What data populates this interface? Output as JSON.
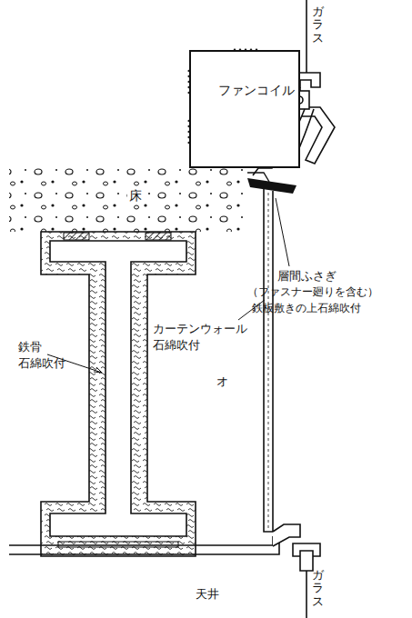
{
  "diagram": {
    "nodes": [
      {
        "text": [
          "ファンコイル"
        ]
      },
      {
        "text": [
          "床"
        ]
      }
    ],
    "labels": [
      "ガラス",
      "層間ふさぎ",
      "（ファスナー廻りを含む）",
      "鉄板敷きの上石綿吹付",
      "カーテンウォール",
      "石綿吹付",
      "オ",
      "鉄骨",
      "石綿吹付",
      "天井",
      "ガラス"
    ]
  }
}
